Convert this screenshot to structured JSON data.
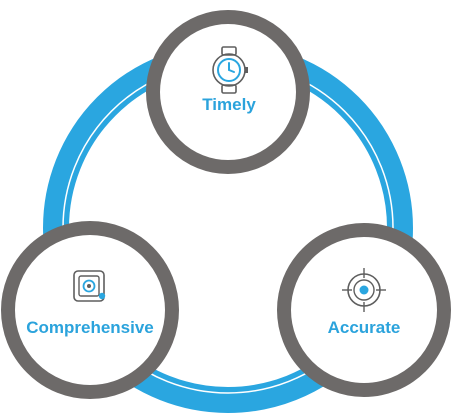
{
  "colors": {
    "ring": "#2aa6e0",
    "ring_inner_line": "#ffffff",
    "node_border": "#6d6a69",
    "node_fill": "#ffffff",
    "label": "#2ba3dc",
    "icon_stroke": "#5e5e5e",
    "icon_accent": "#2aa6e0"
  },
  "nodes": {
    "timely": {
      "label": "Timely",
      "icon": "watch-icon"
    },
    "comprehensive": {
      "label": "Comprehensive",
      "icon": "camera-lens-icon"
    },
    "accurate": {
      "label": "Accurate",
      "icon": "target-icon"
    }
  }
}
